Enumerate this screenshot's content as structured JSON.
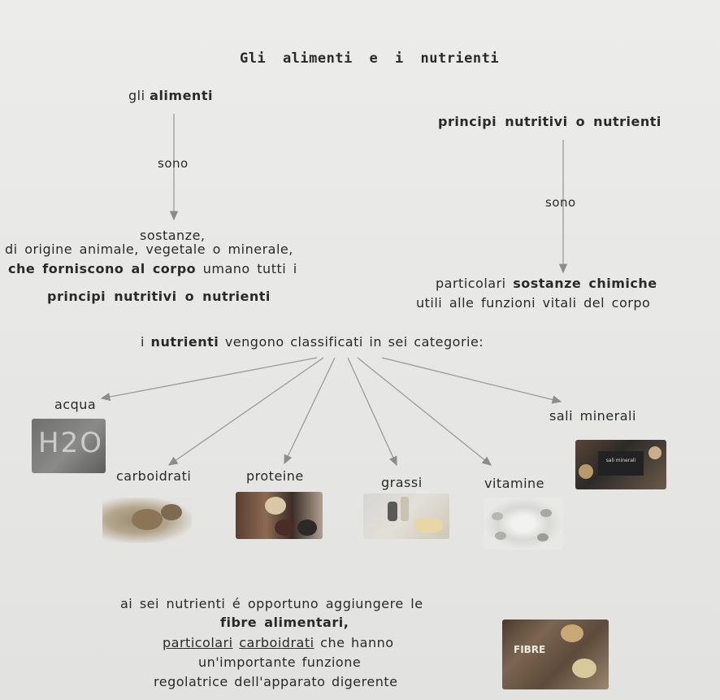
{
  "title": "Gli alimenti e i nutrienti",
  "left": {
    "head_plain": "gli",
    "head_bold": "alimenti",
    "connector": "sono",
    "line1": "sostanze,",
    "line2": "di origine animale, vegetale o minerale,",
    "line3_bold": "che forniscono al corpo",
    "line3_rest": "umano tutti i",
    "line4": "principi nutritivi o nutrienti"
  },
  "right": {
    "head": "principi nutritivi o nutrienti",
    "connector": "sono",
    "line1_plain": "particolari",
    "line1_bold": "sostanze chimiche",
    "line2": "utili alle funzioni vitali del corpo"
  },
  "classification": {
    "prefix": "i",
    "bold": "nutrienti",
    "rest": "vengono classificati in sei categorie:"
  },
  "categories": [
    "acqua",
    "carboidrati",
    "proteine",
    "grassi",
    "vitamine",
    "sali minerali"
  ],
  "image_labels": {
    "water": "H2O",
    "salts": "sali minerali",
    "fibre": "FIBRE"
  },
  "footer": {
    "line1": "ai sei nutrienti é opportuno aggiungere le",
    "line2": "fibre alimentari,",
    "line3_u1": "particolari",
    "line3_u2": "carboidrati",
    "line3_rest": "che hanno",
    "line4": "un'importante funzione",
    "line5": "regolatrice dell'apparato digerente"
  }
}
